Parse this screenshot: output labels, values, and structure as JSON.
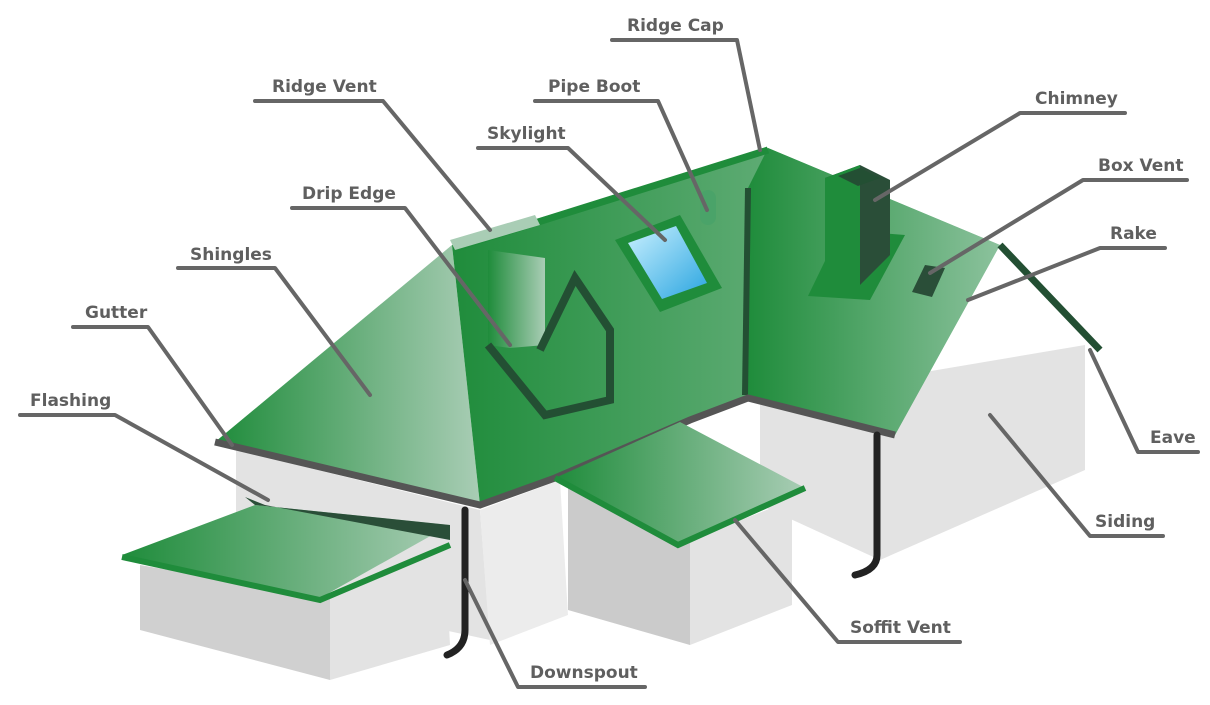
{
  "title": "Roof anatomy diagram",
  "colors": {
    "roof": "#1f8c3b",
    "roof_light": "#a9cdb5",
    "wall": "#e3e3e3",
    "wall_shade": "#c9c9c9",
    "gutter": "#222222",
    "label": "#5f5f5f"
  },
  "labels": {
    "ridge_cap": "Ridge Cap",
    "ridge_vent": "Ridge Vent",
    "pipe_boot": "Pipe Boot",
    "skylight": "Skylight",
    "drip_edge": "Drip Edge",
    "shingles": "Shingles",
    "gutter": "Gutter",
    "flashing": "Flashing",
    "chimney": "Chimney",
    "box_vent": "Box Vent",
    "rake": "Rake",
    "eave": "Eave",
    "siding": "Siding",
    "soffit_vent": "Soffit Vent",
    "downspout": "Downspout"
  }
}
